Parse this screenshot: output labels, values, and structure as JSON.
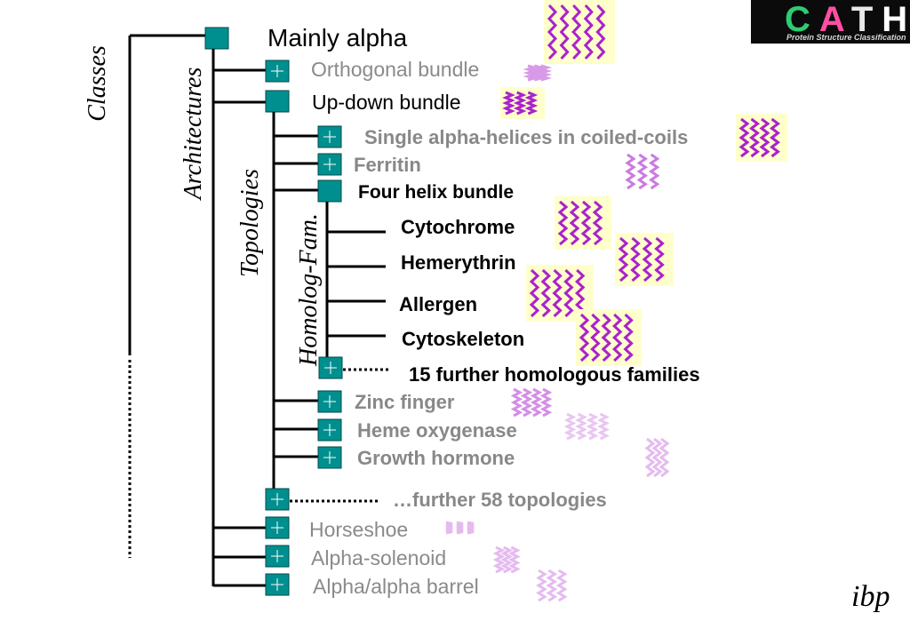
{
  "axis_labels": {
    "classes": "Classes",
    "architectures": "Architectures",
    "topologies": "Topologies",
    "homolog_fam": "Homolog-Fam."
  },
  "class_node": {
    "label": "Mainly alpha"
  },
  "architectures": [
    {
      "label": "Orthogonal bundle"
    },
    {
      "label": "Up-down bundle"
    },
    {
      "label": "Horseshoe"
    },
    {
      "label": "Alpha-solenoid"
    },
    {
      "label": "Alpha/alpha barrel"
    }
  ],
  "topologies": [
    {
      "label": "Single alpha-helices in coiled-coils"
    },
    {
      "label": "Ferritin"
    },
    {
      "label": "Four helix bundle"
    },
    {
      "label": "Zinc finger"
    },
    {
      "label": "Heme oxygenase"
    },
    {
      "label": "Growth hormone"
    }
  ],
  "families": [
    {
      "label": "Cytochrome"
    },
    {
      "label": "Hemerythrin"
    },
    {
      "label": "Allergen"
    },
    {
      "label": "Cytoskeleton"
    }
  ],
  "further": {
    "families": "15 further homologous families",
    "topologies": "…further 58 topologies"
  },
  "logo": {
    "letters": [
      "C",
      "A",
      "T",
      "H"
    ],
    "letter_colors": [
      "#2ecc71",
      "#ff4fa3",
      "#e8e8e8",
      "#ffffff"
    ],
    "subtitle": "Protein Structure Classification"
  },
  "corner_logo": "ibp",
  "colors": {
    "node_fill": "#008f8f",
    "helix": "#aa22cc",
    "highlight_bg": "#ffffcc"
  }
}
